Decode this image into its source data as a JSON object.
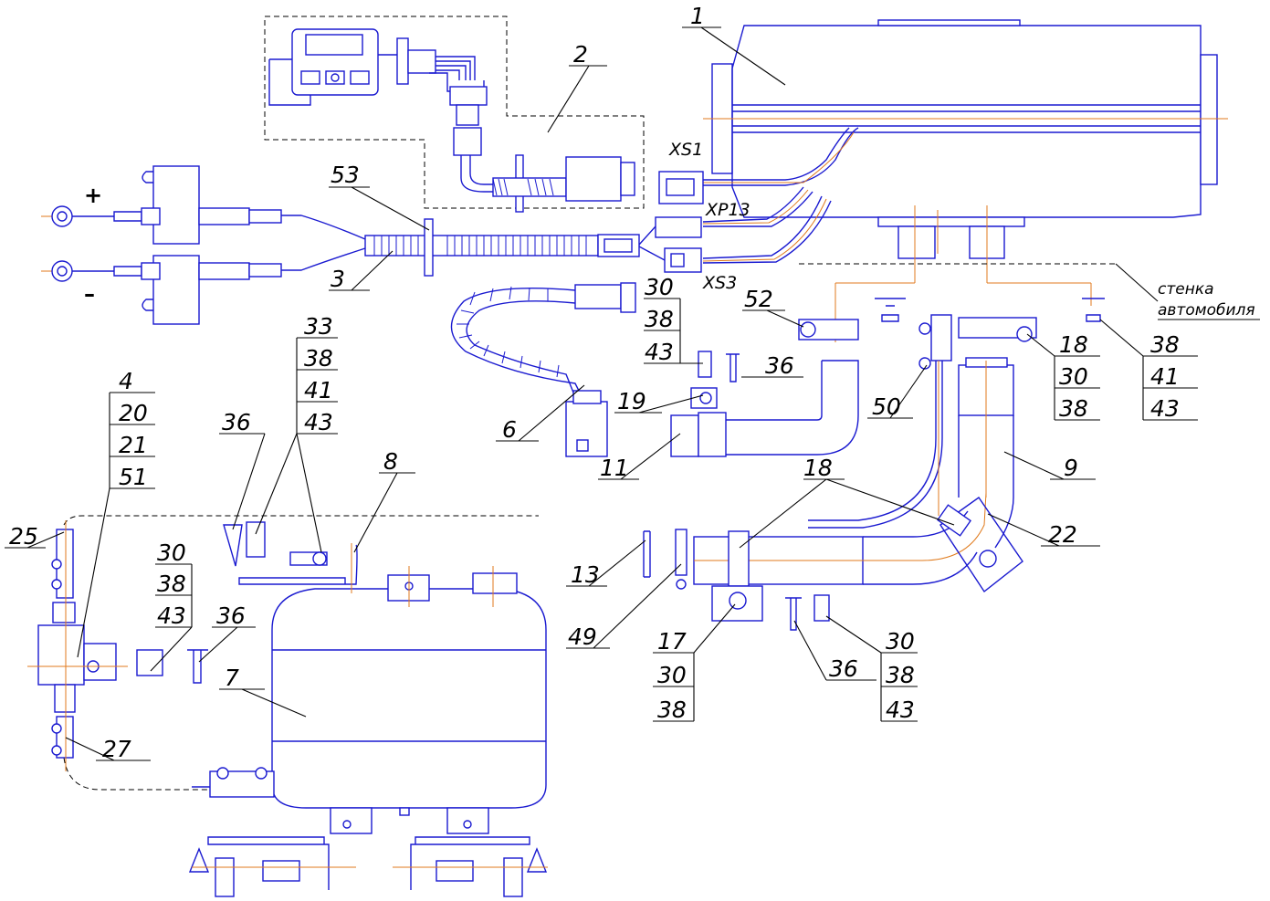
{
  "diagram": {
    "labels": {
      "p1": "1",
      "p2": "2",
      "p3": "3",
      "p53": "53",
      "p6": "6",
      "p7": "7",
      "p8": "8",
      "p9": "9",
      "p11": "11",
      "p13": "13",
      "p17": "17",
      "p18a": "18",
      "p18b": "18",
      "p19": "19",
      "p22": "22",
      "p25": "25",
      "p27": "27",
      "p49": "49",
      "p50": "50",
      "p52": "52",
      "p4": "4",
      "p20": "20",
      "p21": "21",
      "p51": "51",
      "p33": "33",
      "p38a": "38",
      "p41a": "41",
      "p43a": "43",
      "p36a": "36",
      "p36b": "36",
      "p36c": "36",
      "p36d": "36",
      "p30a": "30",
      "p38b": "38",
      "p43b": "43",
      "p30b": "30",
      "p38c": "38",
      "p43c": "43",
      "p30c": "30",
      "p38d": "38",
      "p38e": "38",
      "p41b": "41",
      "p43d": "43",
      "p30d": "30",
      "p38f": "38",
      "p30e": "30",
      "p38g": "38",
      "p43e": "43"
    },
    "connectors": {
      "xs1": "XS1",
      "xp13": "XP13",
      "xs3": "XS3"
    },
    "polarity": {
      "plus": "+",
      "minus": "–"
    },
    "wall_caption": {
      "line1": "стенка",
      "line2": "автомобиля"
    }
  },
  "colors": {
    "outline": "#1a1ad0",
    "axis": "#e07a1c",
    "leader": "#000000"
  }
}
